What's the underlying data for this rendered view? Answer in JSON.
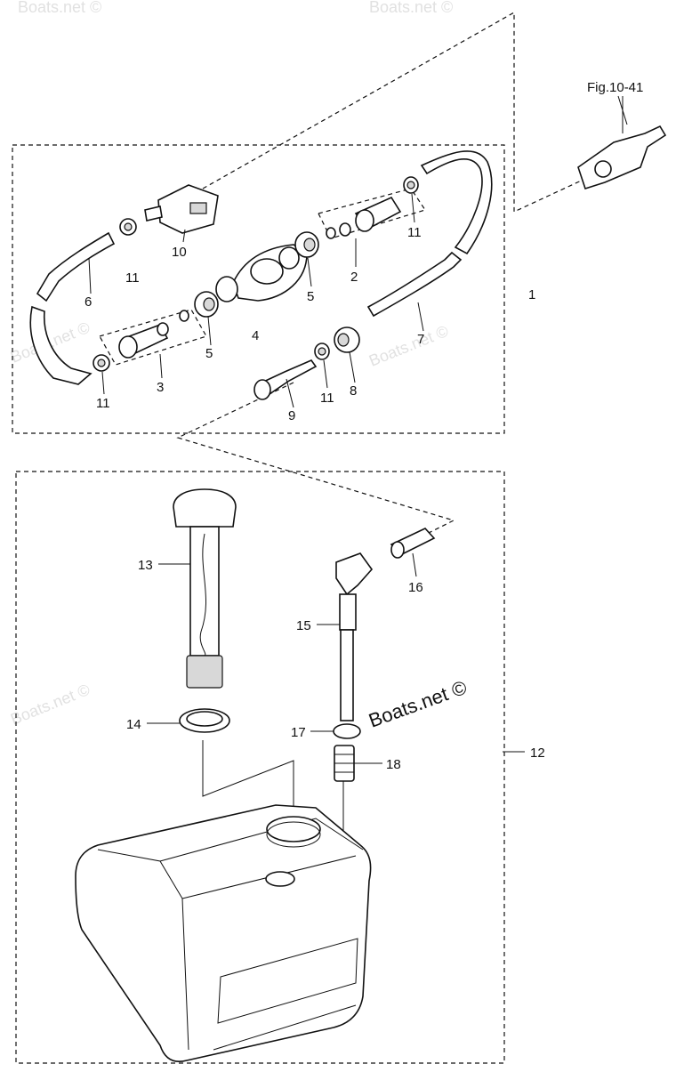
{
  "diagram": {
    "fig_ref": "Fig.10-41",
    "watermark": "Boats.net ©",
    "brand_mark": "Boats.net ©",
    "labels": {
      "p1": "1",
      "p2": "2",
      "p3": "3",
      "p4": "4",
      "p5a": "5",
      "p5b": "5",
      "p6": "6",
      "p7": "7",
      "p8": "8",
      "p9": "9",
      "p10": "10",
      "p11a": "11",
      "p11b": "11",
      "p11c": "11",
      "p11d": "11",
      "p12": "12",
      "p13": "13",
      "p14": "14",
      "p15": "15",
      "p16": "16",
      "p17": "17",
      "p18": "18"
    }
  }
}
